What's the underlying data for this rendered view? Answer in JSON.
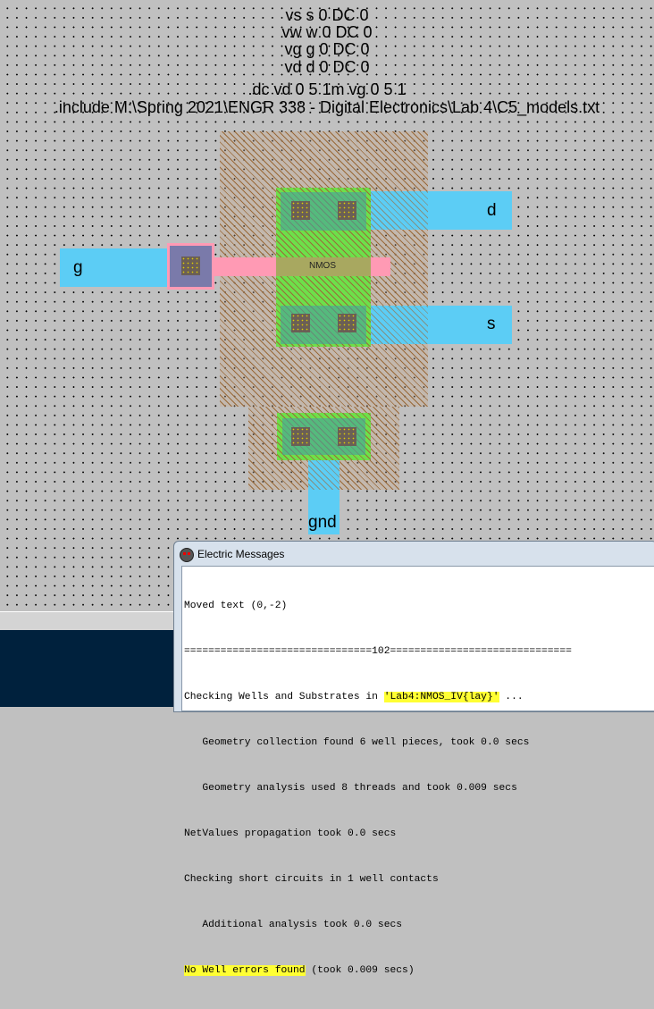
{
  "spice_lines": [
    "vs s 0 DC 0",
    "vw w 0 DC 0",
    "vg g 0 DC 0",
    "vd d 0 DC 0",
    ".dc vd 0 5 1m vg 0 5 1",
    ".include M:\\Spring 2021\\ENGR 338 - Digital Electronics\\Lab 4\\C5_models.txt"
  ],
  "layout": {
    "ports": {
      "d": "d",
      "s": "s",
      "g": "g",
      "gnd": "gnd"
    },
    "transistor_label": "NMOS",
    "colors": {
      "metal": "#5ccdf5",
      "active": "#6de04a",
      "poly": "#ff9ab4",
      "well_hatch": "#9a6a3a",
      "background": "#c0c0c0"
    }
  },
  "messages": {
    "title": "Electric Messages",
    "lines": [
      {
        "text": "Moved text (0,-2)"
      },
      {
        "text": "===============================102=============================="
      },
      {
        "pre": "Checking Wells and Substrates in ",
        "hl": "'Lab4:NMOS_IV{lay}'",
        "post": " ..."
      },
      {
        "text": "   Geometry collection found 6 well pieces, took 0.0 secs"
      },
      {
        "text": "   Geometry analysis used 8 threads and took 0.009 secs"
      },
      {
        "text": "NetValues propagation took 0.0 secs"
      },
      {
        "text": "Checking short circuits in 1 well contacts"
      },
      {
        "text": "   Additional analysis took 0.0 secs"
      },
      {
        "pre": "",
        "hl": "No Well errors found",
        "post": " (took 0.009 secs)"
      }
    ],
    "highlight_color": "#ffff33"
  }
}
